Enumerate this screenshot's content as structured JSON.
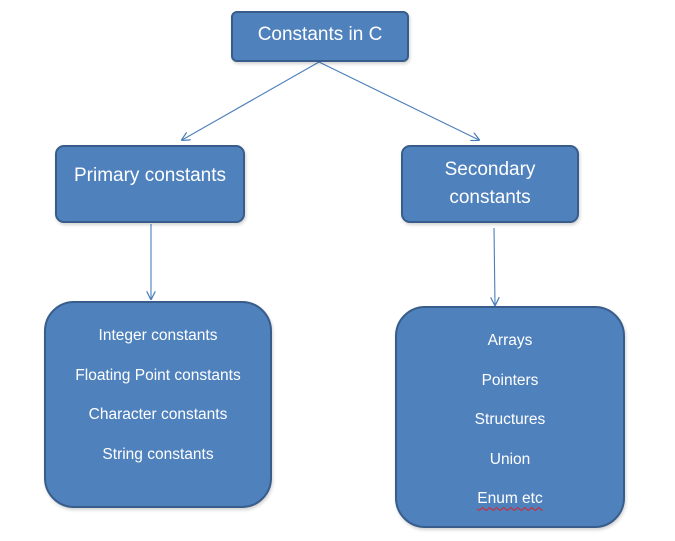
{
  "root": {
    "label": "Constants in C"
  },
  "primary": {
    "label": "Primary constants",
    "items": [
      "Integer constants",
      "Floating Point constants",
      "Character constants",
      "String constants"
    ]
  },
  "secondary": {
    "label": "Secondary constants",
    "items": [
      "Arrays",
      "Pointers",
      "Structures",
      "Union",
      "Enum etc"
    ]
  },
  "colors": {
    "box_fill": "#4f81bd",
    "box_border": "#385d8a",
    "text": "#ffffff",
    "connector": "#4a7ebb"
  }
}
